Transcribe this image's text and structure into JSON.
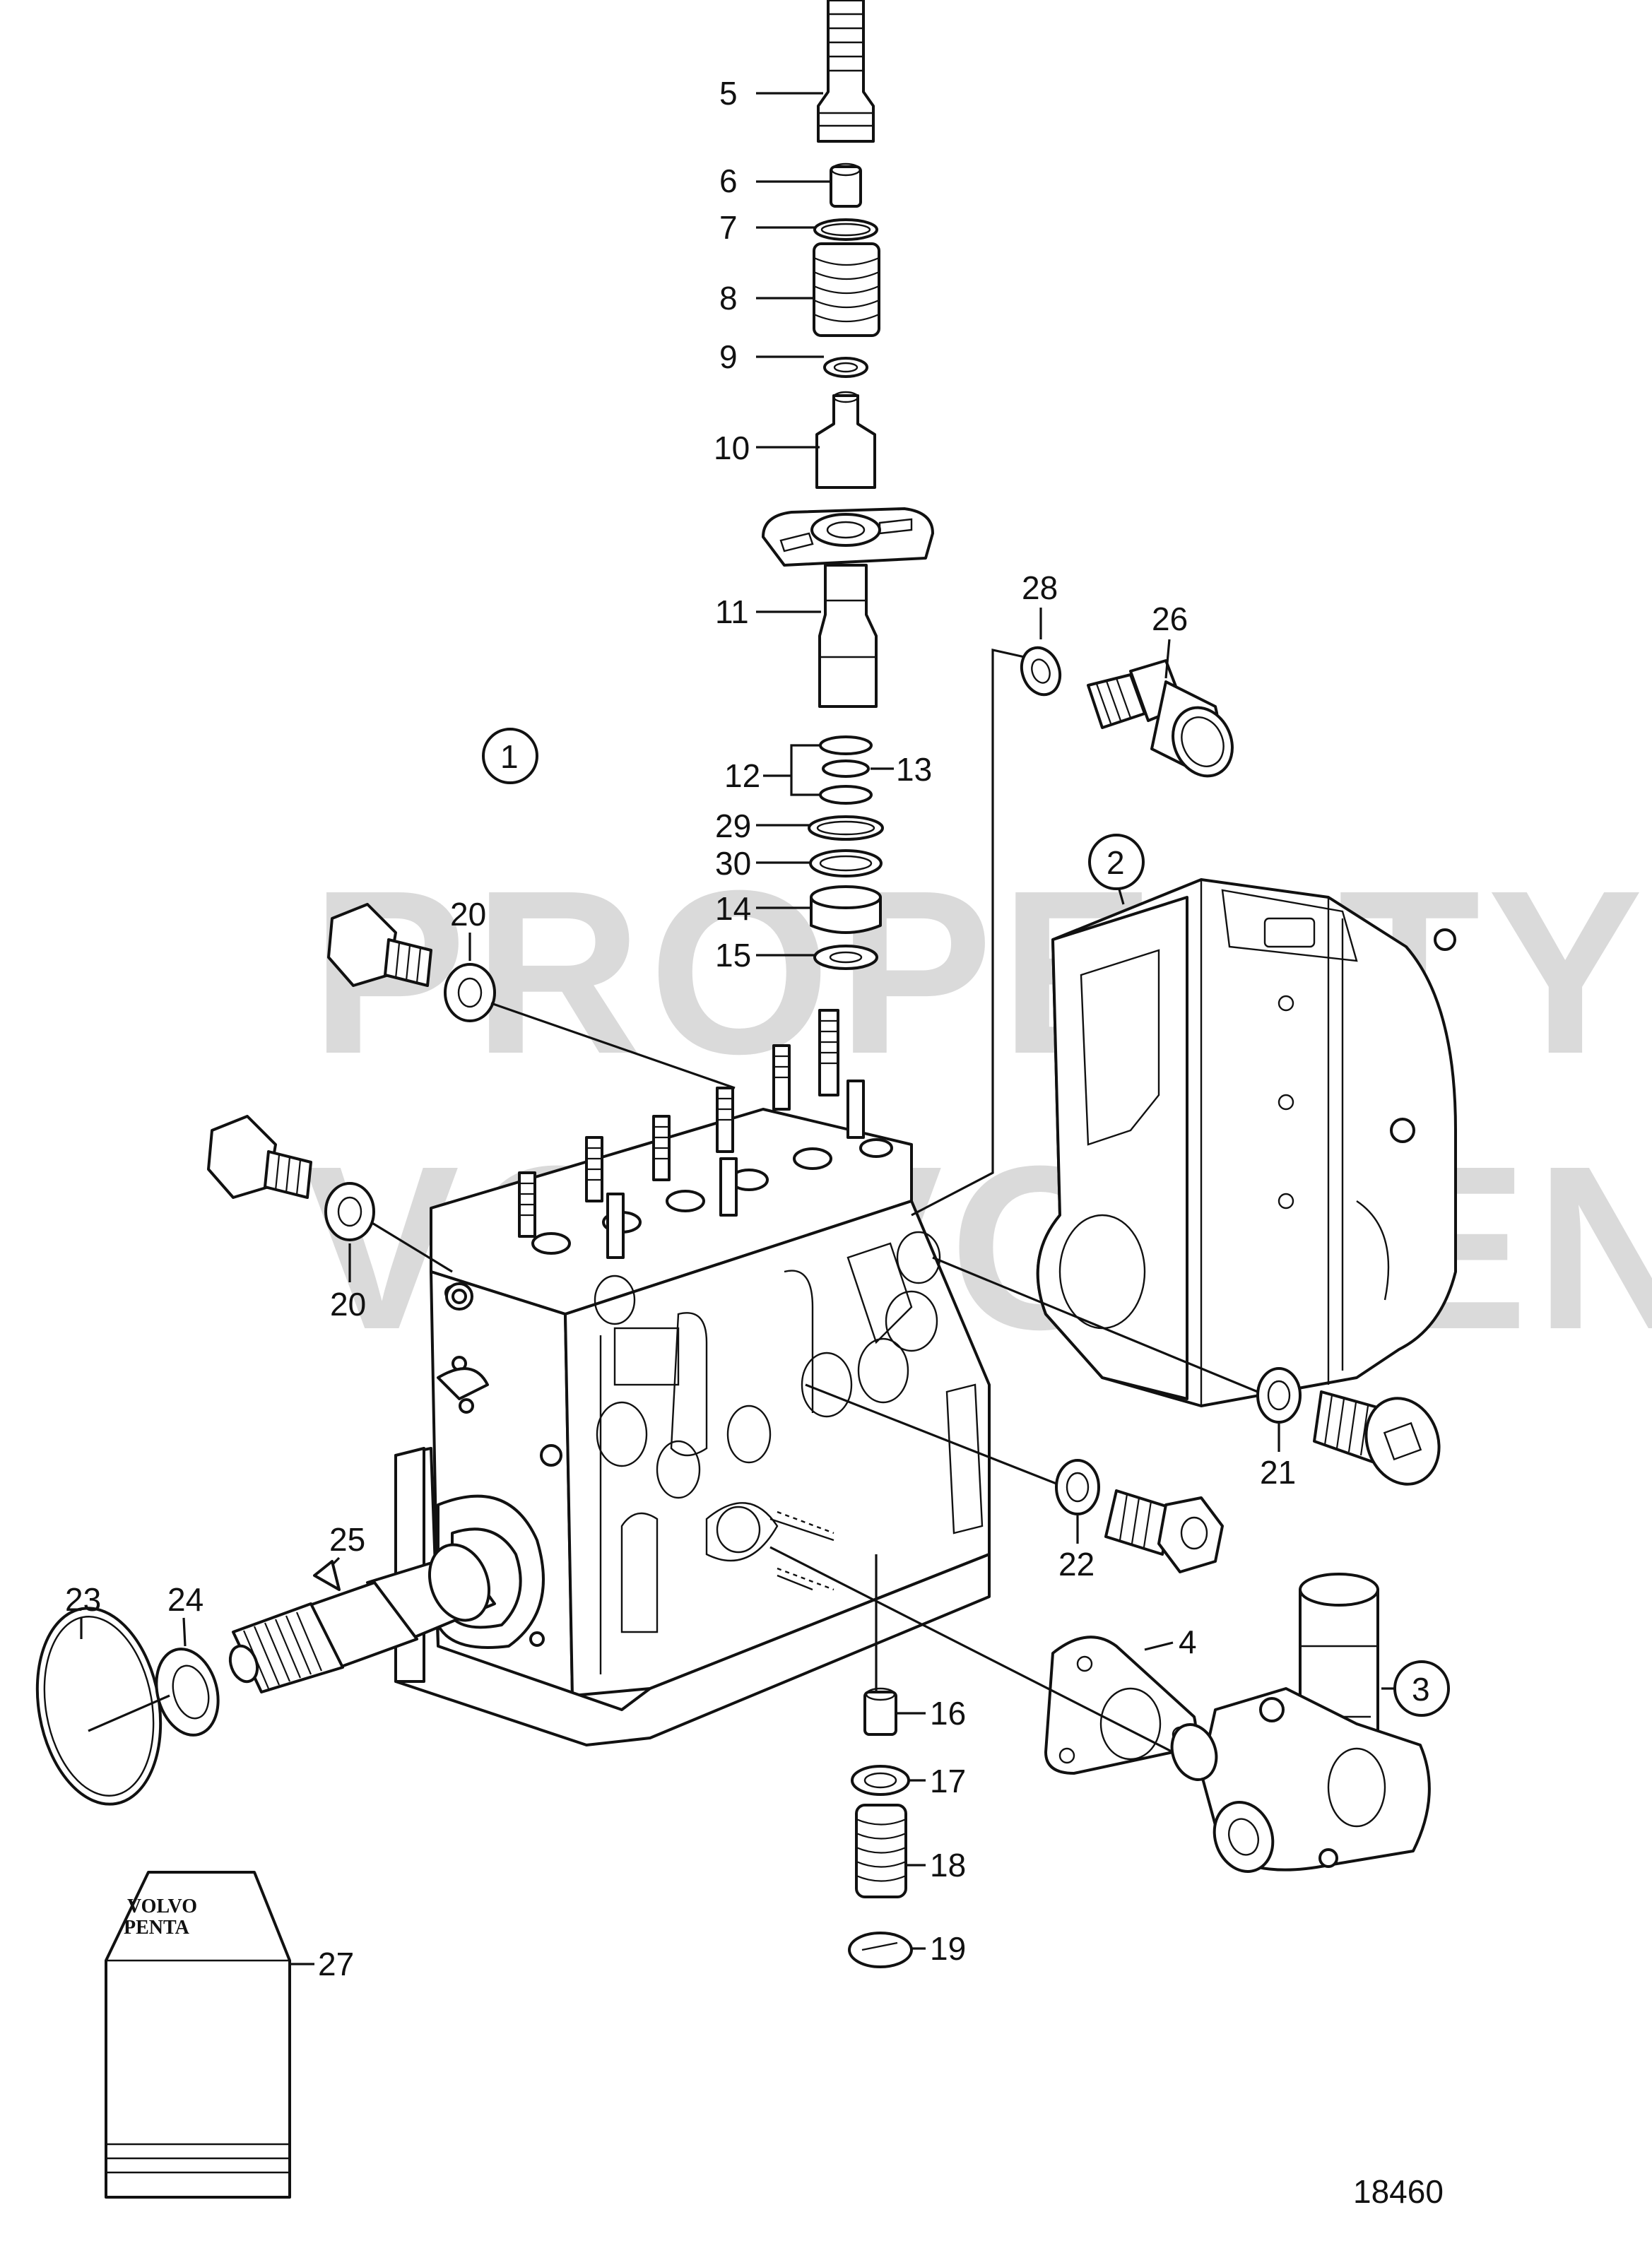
{
  "diagram": {
    "figure_number": "18460",
    "watermark": [
      "PROPERTY OF",
      "VOLVO PENTA"
    ],
    "book_brand": [
      "VOLVO",
      "PENTA"
    ],
    "callouts": [
      {
        "id": "c5",
        "label": "5"
      },
      {
        "id": "c6",
        "label": "6"
      },
      {
        "id": "c7",
        "label": "7"
      },
      {
        "id": "c8",
        "label": "8"
      },
      {
        "id": "c9",
        "label": "9"
      },
      {
        "id": "c10",
        "label": "10"
      },
      {
        "id": "c11",
        "label": "11"
      },
      {
        "id": "c12",
        "label": "12"
      },
      {
        "id": "c13",
        "label": "13"
      },
      {
        "id": "c29",
        "label": "29"
      },
      {
        "id": "c30",
        "label": "30"
      },
      {
        "id": "c14",
        "label": "14"
      },
      {
        "id": "c15",
        "label": "15"
      },
      {
        "id": "c28",
        "label": "28"
      },
      {
        "id": "c26",
        "label": "26"
      },
      {
        "id": "c1",
        "label": "1"
      },
      {
        "id": "c2",
        "label": "2"
      },
      {
        "id": "c20a",
        "label": "20"
      },
      {
        "id": "c20b",
        "label": "20"
      },
      {
        "id": "c21",
        "label": "21"
      },
      {
        "id": "c22",
        "label": "22"
      },
      {
        "id": "c25",
        "label": "25"
      },
      {
        "id": "c23",
        "label": "23"
      },
      {
        "id": "c24",
        "label": "24"
      },
      {
        "id": "c4",
        "label": "4"
      },
      {
        "id": "c3",
        "label": "3"
      },
      {
        "id": "c16",
        "label": "16"
      },
      {
        "id": "c17",
        "label": "17"
      },
      {
        "id": "c18",
        "label": "18"
      },
      {
        "id": "c19",
        "label": "19"
      },
      {
        "id": "c27",
        "label": "27"
      }
    ]
  }
}
